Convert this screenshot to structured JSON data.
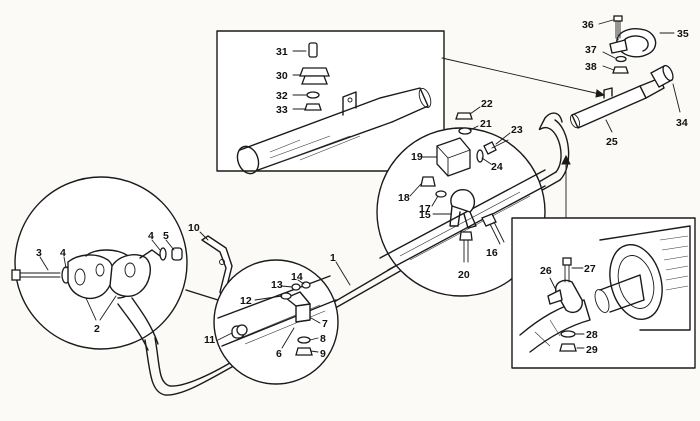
{
  "diagram": {
    "labels": {
      "p1": "1",
      "p2": "2",
      "p3": "3",
      "p4a": "4",
      "p4b": "4",
      "p5": "5",
      "p6": "6",
      "p7": "7",
      "p8": "8",
      "p9": "9",
      "p10": "10",
      "p11": "11",
      "p12": "12",
      "p13": "13",
      "p14": "14",
      "p15": "15",
      "p16": "16",
      "p17": "17",
      "p18": "18",
      "p19": "19",
      "p20": "20",
      "p21": "21",
      "p22": "22",
      "p23": "23",
      "p24": "24",
      "p25": "25",
      "p26": "26",
      "p27": "27",
      "p28": "28",
      "p29": "29",
      "p30": "30",
      "p31": "31",
      "p32": "32",
      "p33": "33",
      "p34": "34",
      "p35": "35",
      "p36": "36",
      "p37": "37",
      "p38": "38"
    }
  }
}
